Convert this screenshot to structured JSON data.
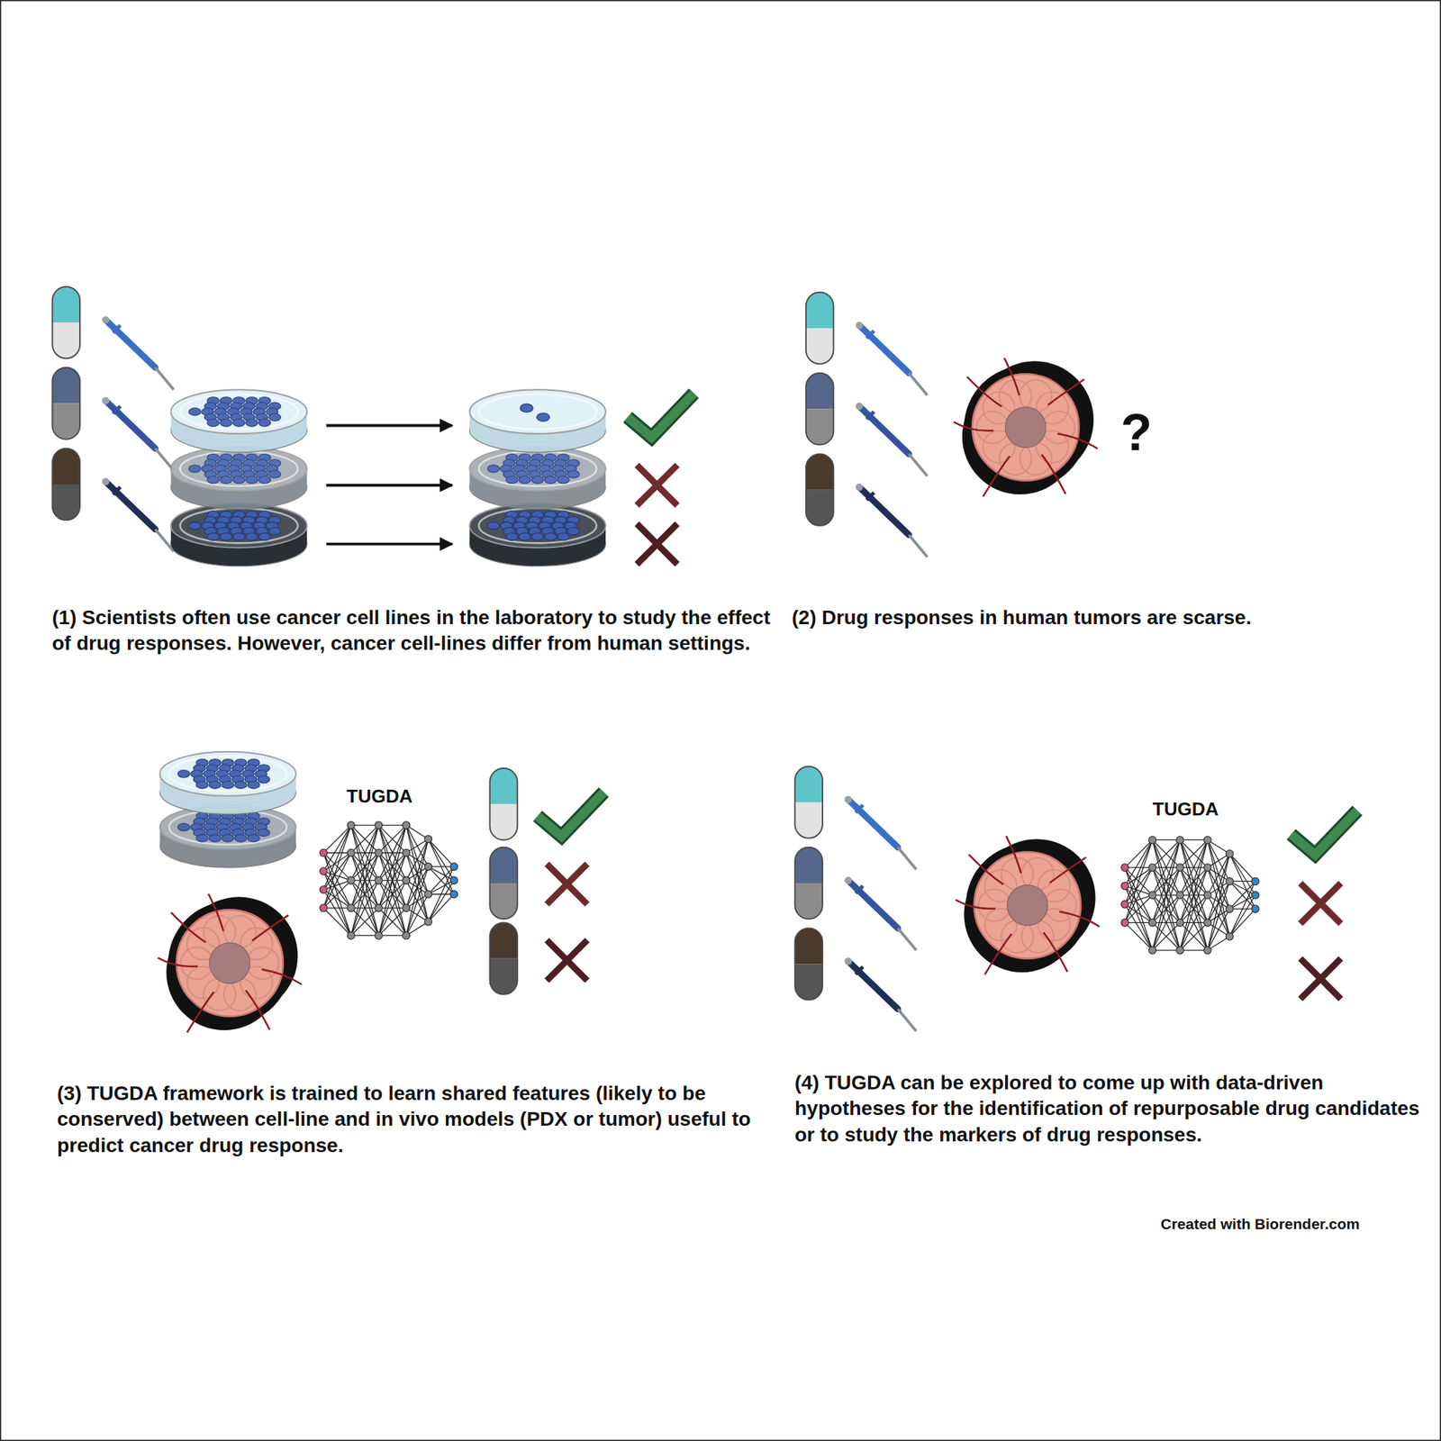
{
  "diagram": {
    "labels": [
      "(1) Scientists often use cancer cell lines in the laboratory to study the effect of drug responses. However, cancer cell-lines differ from human settings.",
      "?",
      "(2) Drug responses in human tumors are scarse.",
      "TUGDA",
      "(3) TUGDA framework is trained to learn shared features (likely to be conserved) between cell-line and in vivo models (PDX or tumor) useful to predict cancer drug response.",
      "TUGDA",
      "(4) TUGDA can be explored to come up with data-driven hypotheses for the identification of repurposable drug candidates or to study the markers of drug responses.",
      "Created with Biorender.com"
    ]
  }
}
